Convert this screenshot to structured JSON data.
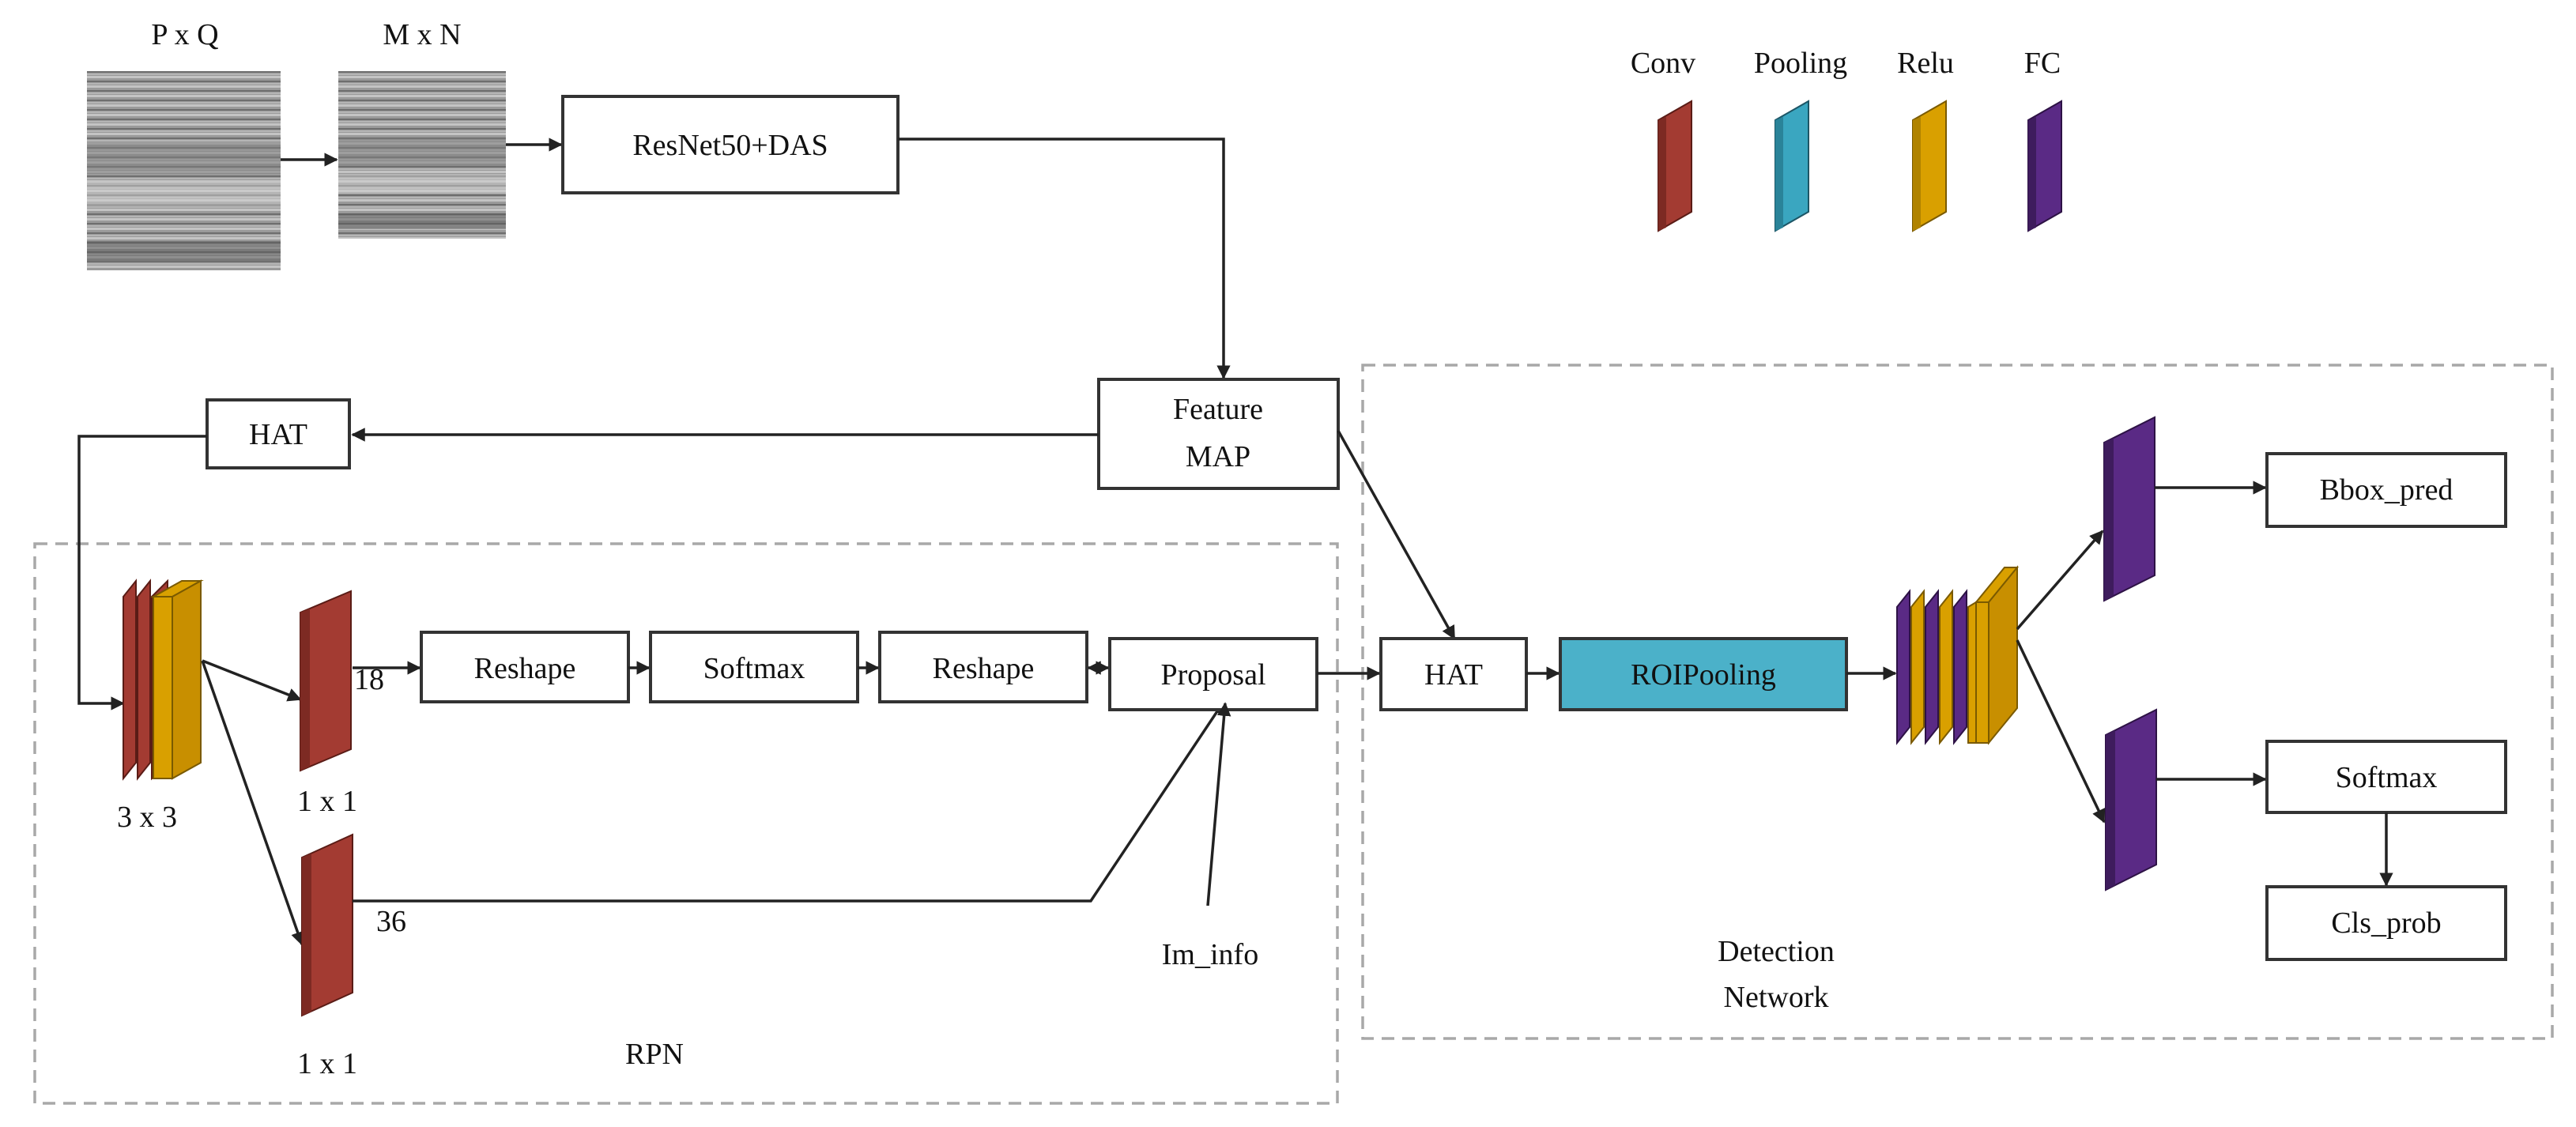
{
  "input": {
    "label_left": "P x Q",
    "label_right": "M x N"
  },
  "boxes": {
    "backbone": "ResNet50+DAS",
    "feature_map_line1": "Feature",
    "feature_map_line2": "MAP",
    "hat_top": "HAT",
    "reshape1": "Reshape",
    "softmax_rpn": "Softmax",
    "reshape2": "Reshape",
    "proposal": "Proposal",
    "hat_mid": "HAT",
    "roi_pooling": "ROIPooling",
    "bbox_pred": "Bbox_pred",
    "softmax_det": "Softmax",
    "cls_prob": "Cls_prob"
  },
  "labels": {
    "conv_3x3": "3 x 3",
    "conv_1x1_a": "1 x 1",
    "conv_1x1_b": "1 x 1",
    "num_18": "18",
    "num_36": "36",
    "im_info": "Im_info",
    "rpn": "RPN",
    "detection_line1": "Detection",
    "detection_line2": "Network"
  },
  "legend": [
    {
      "name": "Conv",
      "color": "#a33b32"
    },
    {
      "name": "Pooling",
      "color": "#3aa6c0"
    },
    {
      "name": "Relu",
      "color": "#d9a000"
    },
    {
      "name": "FC",
      "color": "#5a2a85"
    }
  ],
  "colors": {
    "conv": "#a33b32",
    "pooling": "#3aa6c0",
    "relu": "#d9a000",
    "fc": "#5a2a85",
    "roi_fill": "#4bb1c9"
  }
}
